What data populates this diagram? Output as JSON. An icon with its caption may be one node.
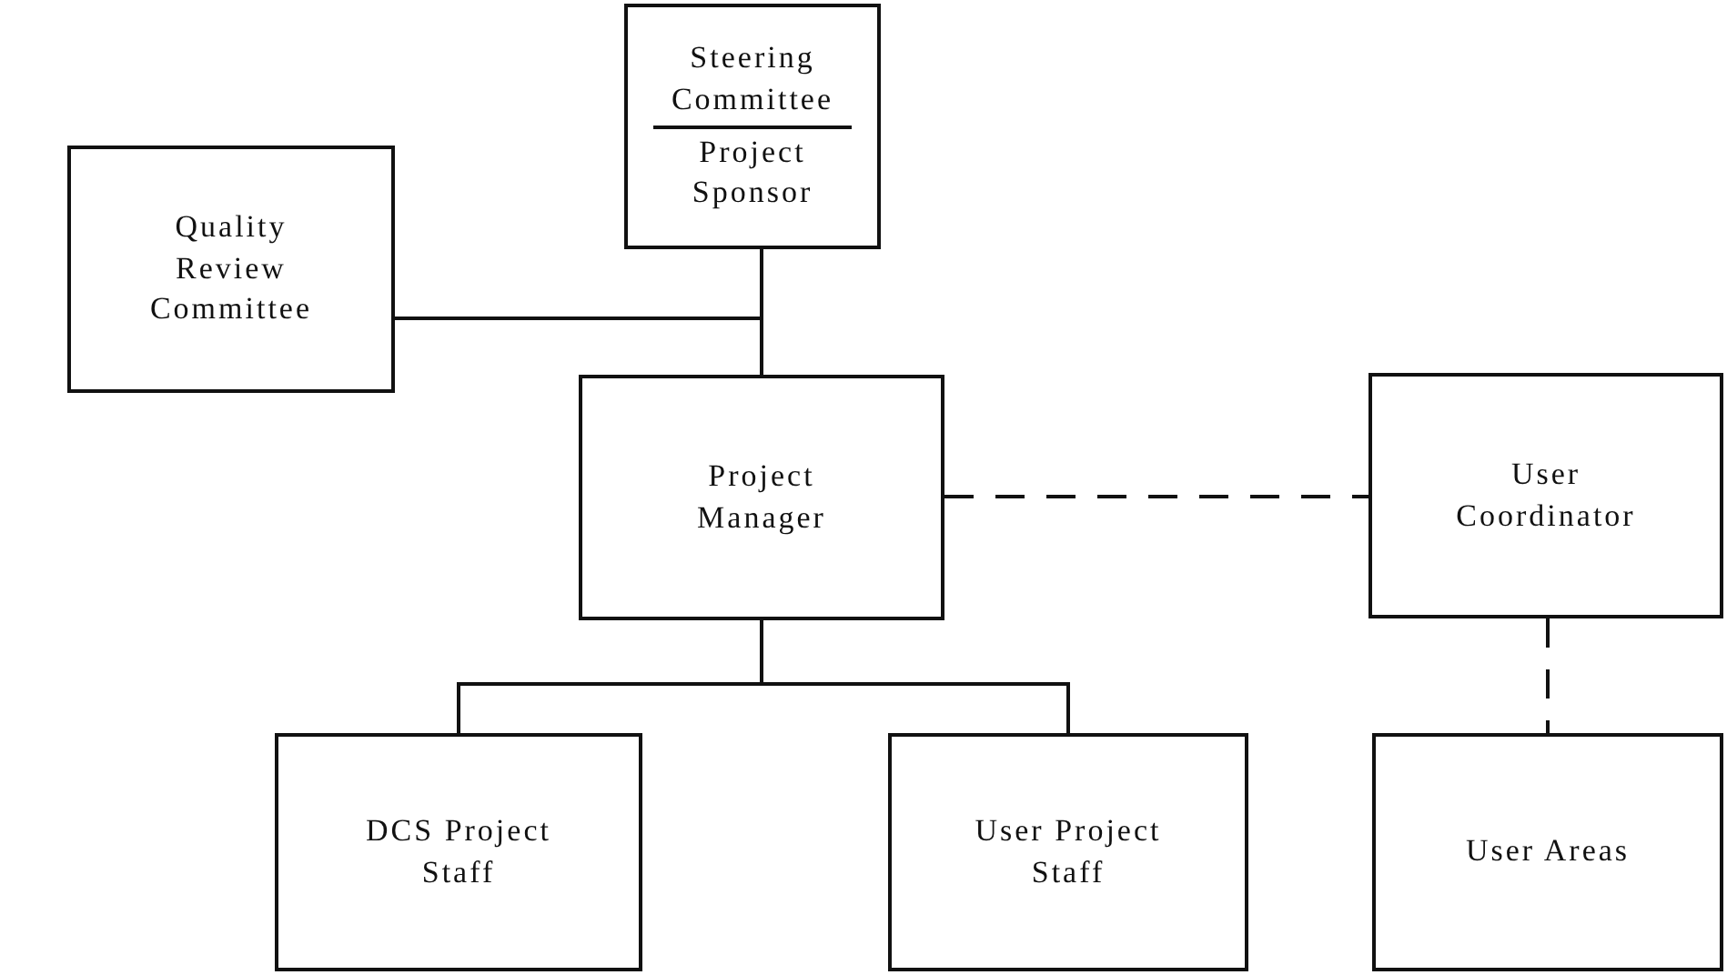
{
  "diagram": {
    "nodes": [
      {
        "text": [
          "Steering Committee",
          "Project Sponsor"
        ]
      },
      {
        "text": [
          "Quality Review Committee"
        ]
      },
      {
        "text": [
          "Project Manager"
        ]
      },
      {
        "text": [
          "User Coordinator"
        ]
      },
      {
        "text": [
          "DCS Project Staff"
        ]
      },
      {
        "text": [
          "User Project Staff"
        ]
      },
      {
        "text": [
          "User Areas"
        ]
      }
    ],
    "edges": [
      {
        "from": 0,
        "to": 2,
        "arrow": "none"
      },
      {
        "from": 1,
        "to": 2,
        "arrow": "none"
      },
      {
        "from": 2,
        "to": 3,
        "arrow": "none",
        "style": "dashed"
      },
      {
        "from": 2,
        "to": 4,
        "arrow": "none"
      },
      {
        "from": 2,
        "to": 5,
        "arrow": "none"
      },
      {
        "from": 3,
        "to": 6,
        "arrow": "none",
        "style": "dashed"
      }
    ]
  }
}
